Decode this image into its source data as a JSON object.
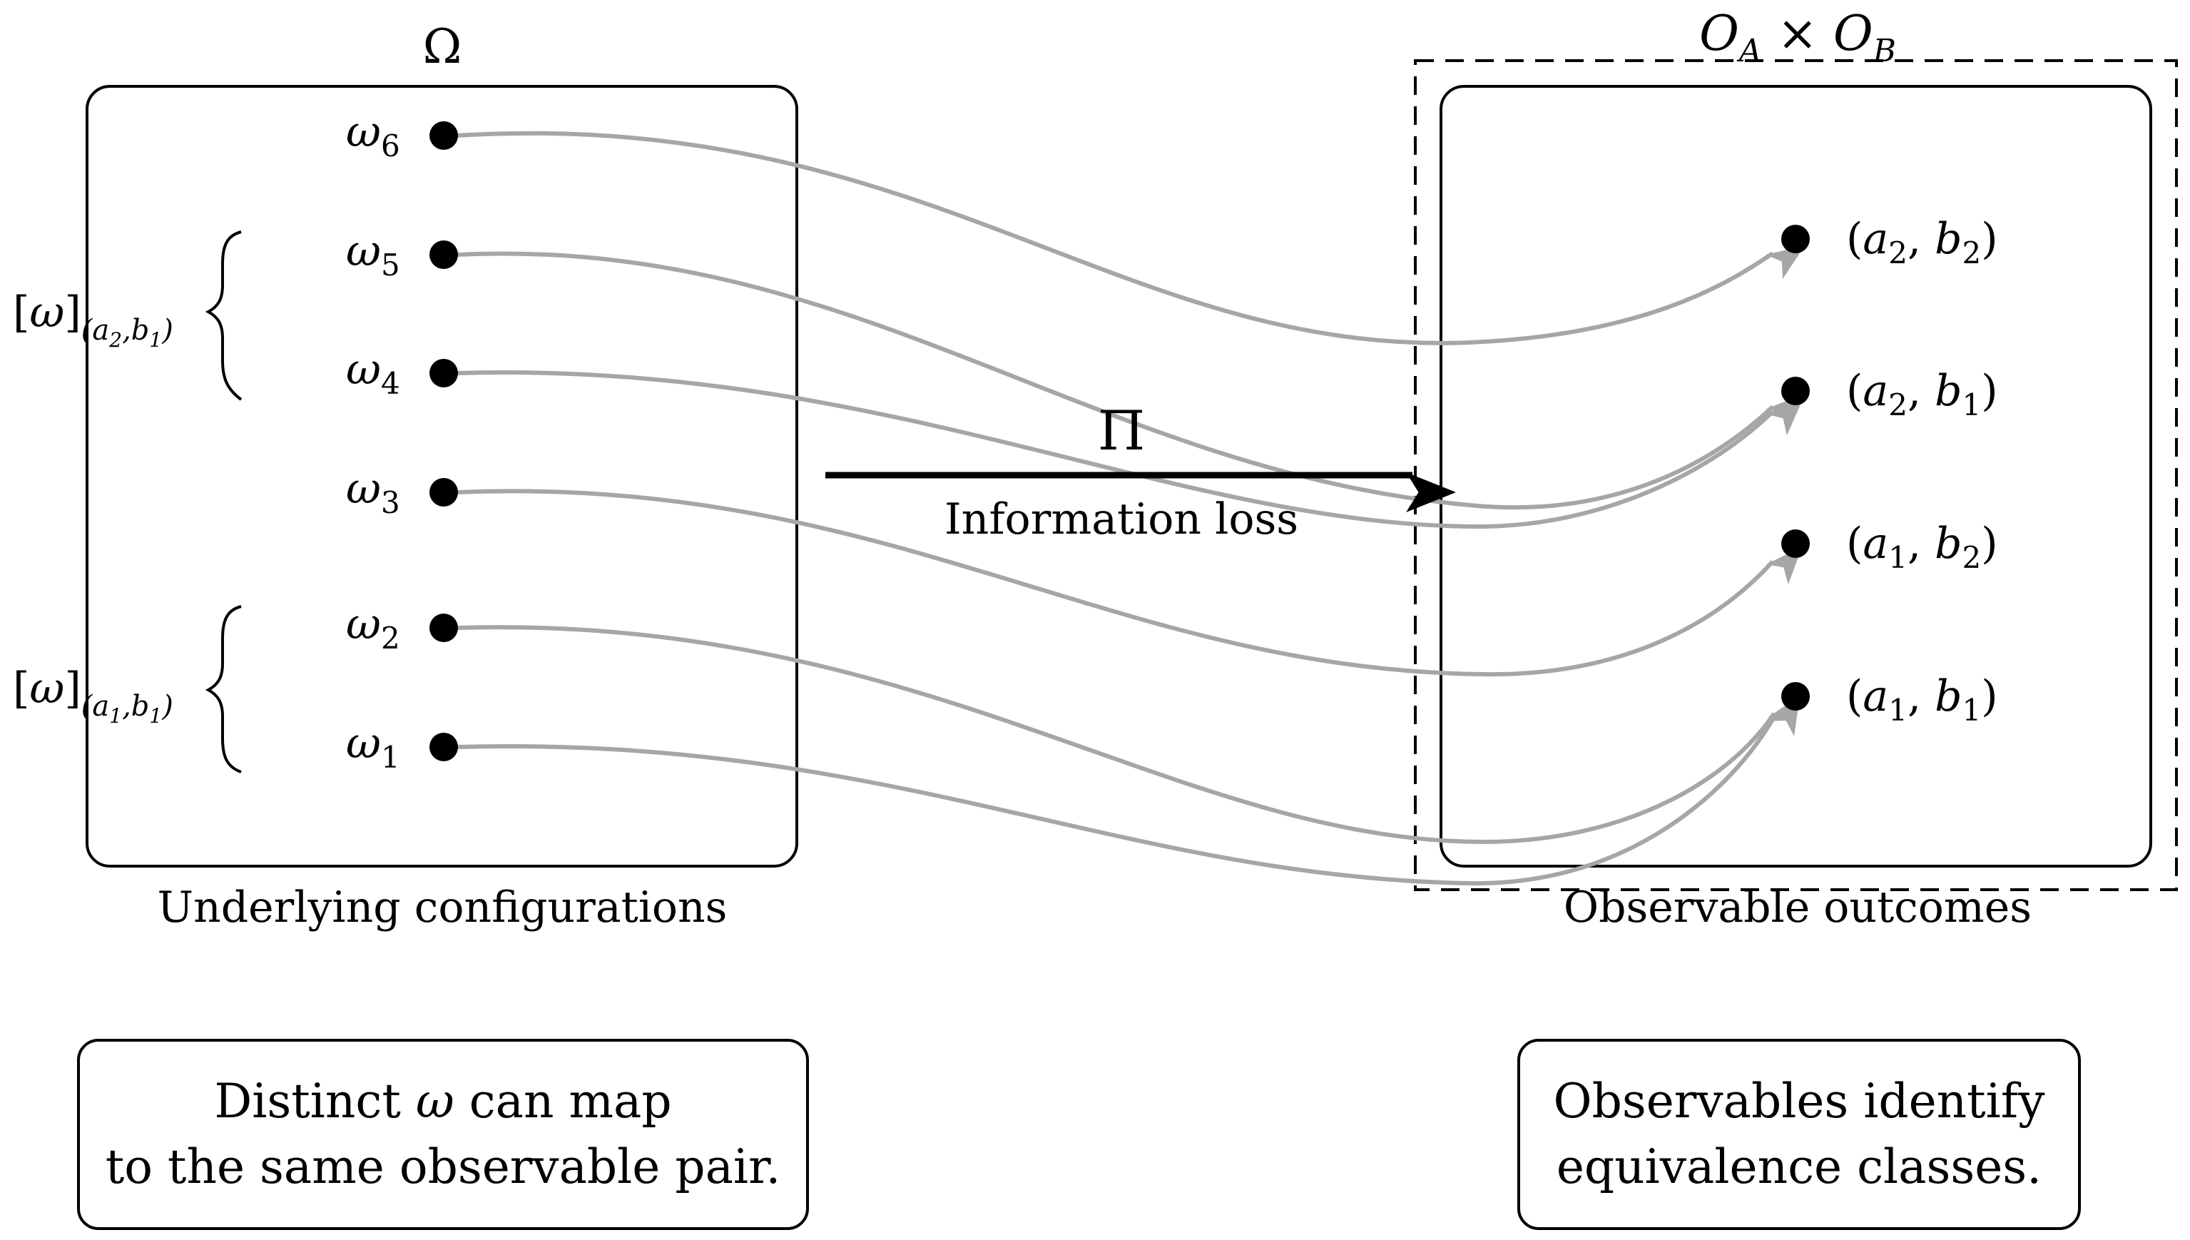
{
  "left_set": {
    "title": "Ω",
    "caption": "Underlying configurations",
    "elements": [
      {
        "symbol": "ω",
        "index": "6"
      },
      {
        "symbol": "ω",
        "index": "5"
      },
      {
        "symbol": "ω",
        "index": "4"
      },
      {
        "symbol": "ω",
        "index": "3"
      },
      {
        "symbol": "ω",
        "index": "2"
      },
      {
        "symbol": "ω",
        "index": "1"
      }
    ],
    "classes": [
      {
        "label": "[ω]",
        "subscript": "(a2,b1)"
      },
      {
        "label": "[ω]",
        "subscript": "(a1,b1)"
      }
    ]
  },
  "right_set": {
    "title": "O_A × O_B",
    "caption": "Observable outcomes",
    "elements": [
      "(a2, b2)",
      "(a2, b1)",
      "(a1, b2)",
      "(a1, b1)"
    ]
  },
  "map": {
    "symbol": "Π",
    "label": "Information loss"
  },
  "mappings": [
    {
      "from": "ω6",
      "to": "(a2, b2)"
    },
    {
      "from": "ω5",
      "to": "(a2, b1)"
    },
    {
      "from": "ω4",
      "to": "(a2, b1)"
    },
    {
      "from": "ω3",
      "to": "(a1, b2)"
    },
    {
      "from": "ω2",
      "to": "(a1, b1)"
    },
    {
      "from": "ω1",
      "to": "(a1, b1)"
    }
  ],
  "notes": {
    "left": {
      "line1_before": "Distinct ",
      "line1_symbol": "ω",
      "line1_after": " can map",
      "line2": "to the same observable pair."
    },
    "right": {
      "line1": "Observables identify",
      "line2": "equivalence classes."
    }
  },
  "colors": {
    "arrow_gray": "#a6a6a6",
    "ink": "#000000"
  }
}
